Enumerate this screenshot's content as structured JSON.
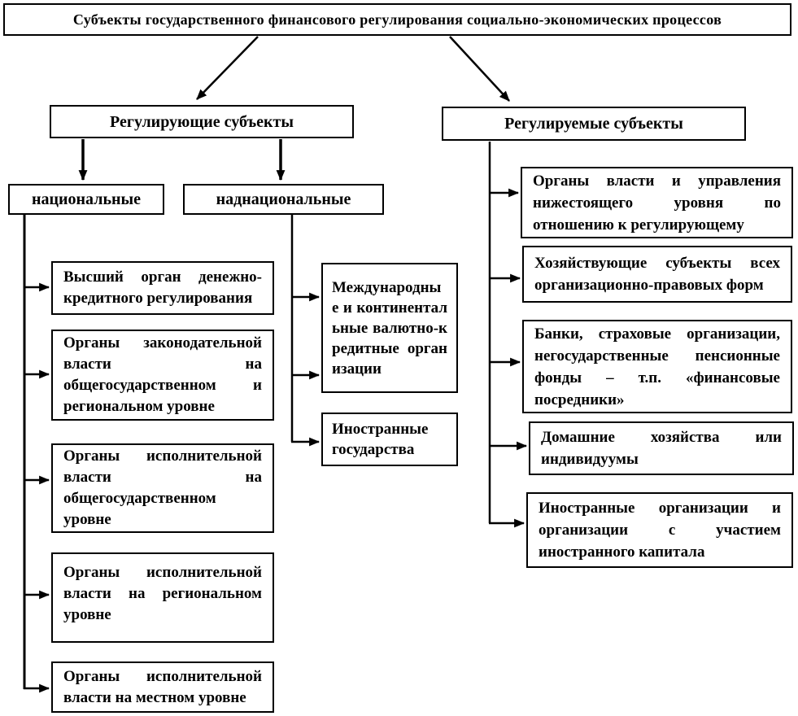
{
  "diagram": {
    "title": "Субъекты государственного финансового регулирования социально-экономических процессов",
    "regulating": {
      "label": "Регулирующие субъекты",
      "national": {
        "label": "национальные",
        "children": [
          "Высший орган денежно-кредитного регулирования",
          "Органы законодательной власти на общегосударственном и региональном уровне",
          "Органы исполнительной власти на общегосударственном уровне",
          "Органы исполнительной власти на региональном уровне",
          "Органы исполнительной власти на местном уровне"
        ]
      },
      "supranational": {
        "label": "наднациональные",
        "children": [
          "Международные и континентальные валютно-кредитные организации",
          "Иностранные государства"
        ]
      }
    },
    "regulated": {
      "label": "Регулируемые субъекты",
      "children": [
        "Органы власти и управления нижестоящего уровня по отношению к регулирующему",
        "Хозяйствующие субъекты всех организационно-правовых форм",
        "Банки, страховые организации, негосударственные пенсионные фонды – т.п. «финансовые посредники»",
        "Домашние хозяйства или индивидуумы",
        "Иностранные организации и организации с участием иностранного капитала"
      ]
    },
    "colors": {
      "line": "#000000",
      "box_border": "#000000",
      "background": "#ffffff"
    }
  }
}
